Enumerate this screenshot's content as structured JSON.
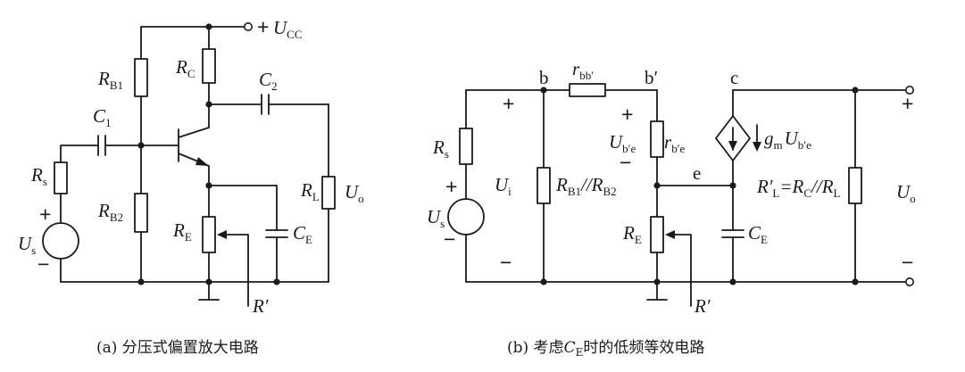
{
  "circuit_a": {
    "supply": "+",
    "supply_var": "U",
    "supply_sub": "CC",
    "rb1": {
      "main": "R",
      "sub": "B1"
    },
    "rc": {
      "main": "R",
      "sub": "C"
    },
    "c1": {
      "main": "C",
      "sub": "1"
    },
    "c2": {
      "main": "C",
      "sub": "2"
    },
    "rs": {
      "main": "R",
      "sub": "s"
    },
    "rb2": {
      "main": "R",
      "sub": "B2"
    },
    "re": {
      "main": "R",
      "sub": "E"
    },
    "ce": {
      "main": "C",
      "sub": "E"
    },
    "rl": {
      "main": "R",
      "sub": "L"
    },
    "uo": {
      "main": "U",
      "sub": "o"
    },
    "us": {
      "main": "U",
      "sub": "s"
    },
    "plus": "+",
    "minus": "−",
    "rprime": "R′"
  },
  "circuit_b": {
    "node_b": "b",
    "node_bp": "b′",
    "node_c": "c",
    "node_e": "e",
    "rbb": {
      "main": "r",
      "sub": "bb′"
    },
    "rs": {
      "main": "R",
      "sub": "s"
    },
    "ui": {
      "main": "U",
      "sub": "i"
    },
    "us": {
      "main": "U",
      "sub": "s"
    },
    "rb12": "R",
    "rb12_sub1": "B1",
    "rb12_mid": "//R",
    "rb12_sub2": "B2",
    "ube": {
      "main": "U",
      "sub": "b′e"
    },
    "rbe": {
      "main": "r",
      "sub": "b′e"
    },
    "gm": {
      "main": "g",
      "sub": "m"
    },
    "gm_u": {
      "main": "U",
      "sub": "b′e"
    },
    "re": {
      "main": "R",
      "sub": "E"
    },
    "ce": {
      "main": "C",
      "sub": "E"
    },
    "rlp_main": "R′",
    "rlp_sub": "L",
    "rlp_eq": "=R",
    "rlp_sub2": "C",
    "rlp_par": "//R",
    "rlp_sub3": "L",
    "uo": {
      "main": "U",
      "sub": "o"
    },
    "plus": "+",
    "minus": "−",
    "rprime": "R′"
  },
  "captions": {
    "a": "(a) 分压式偏置放大电路",
    "b_pre": "(b) 考虑",
    "b_var": "C",
    "b_sub": "E",
    "b_post": "时的低频等效电路"
  }
}
